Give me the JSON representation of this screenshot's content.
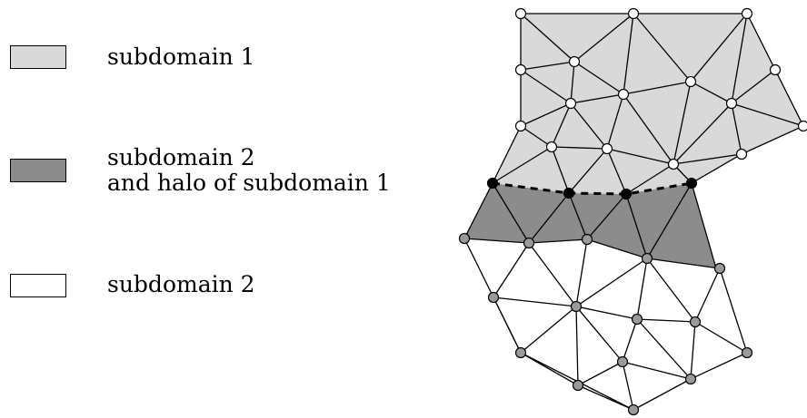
{
  "legend": [
    {
      "lines": [
        "subdomain 1"
      ],
      "color": "#d9d9d9"
    },
    {
      "lines": [
        "subdomain 2",
        "and halo of subdomain 1"
      ],
      "color": "#8c8c8c"
    },
    {
      "lines": [
        "subdomain 2"
      ],
      "color": "#ffffff"
    }
  ],
  "colors": {
    "subdomain1_fill": "#d9d9d9",
    "halo_fill": "#8c8c8c",
    "subdomain2_fill": "#ffffff",
    "node_sub1": "#ffffff",
    "node_interface": "#000000",
    "node_sub2": "#9a9a9a",
    "edge": "#000000"
  }
}
